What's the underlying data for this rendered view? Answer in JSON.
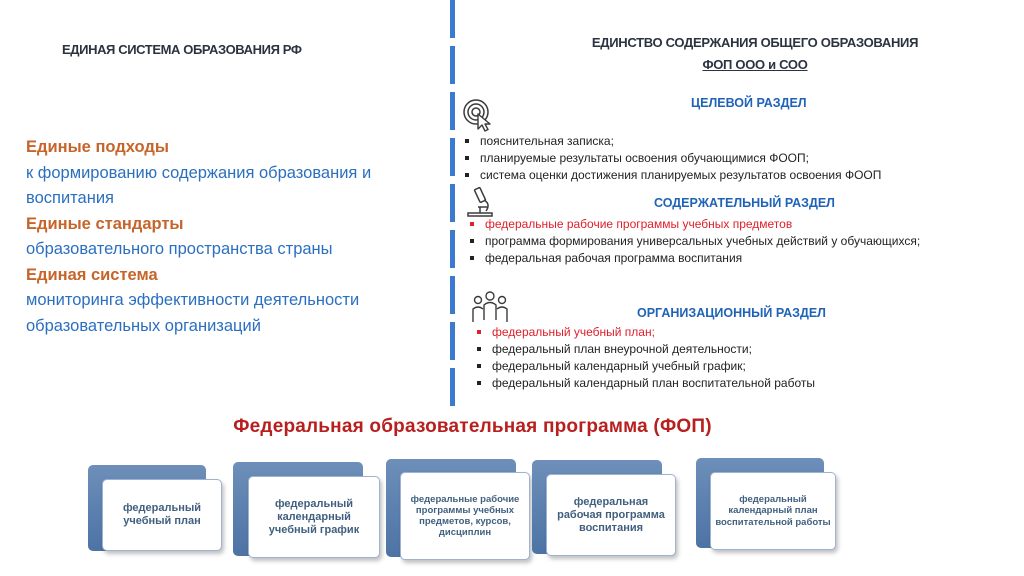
{
  "left": {
    "title": "ЕДИНАЯ СИСТЕМА ОБРАЗОВАНИЯ РФ",
    "blocks": [
      {
        "head": "Единые подходы",
        "text": "к формированию содержания образования и воспитания"
      },
      {
        "head": "Единые стандарты",
        "text": "образовательного пространства страны"
      },
      {
        "head": "Единая система",
        "text": "мониторинга эффективности деятельности образовательных организаций"
      }
    ]
  },
  "right": {
    "title_line1": "ЕДИНСТВО СОДЕРЖАНИЯ ОБЩЕГО ОБРАЗОВАНИЯ",
    "title_line2": "ФОП ООО и СОО",
    "sections": [
      {
        "heading": "ЦЕЛЕВОЙ РАЗДЕЛ",
        "icon": "target-click-icon",
        "items": [
          "пояснительная записка;",
          "планируемые результаты освоения обучающимися ФООП;",
          "система оценки достижения планируемых результатов освоения ФООП"
        ]
      },
      {
        "heading": "СОДЕРЖАТЕЛЬНЫЙ РАЗДЕЛ",
        "icon": "microscope-icon",
        "items": [
          "федеральные рабочие программы учебных предметов",
          "программа формирования универсальных учебных действий у обучающихся;",
          "федеральная рабочая программа воспитания"
        ]
      },
      {
        "heading": "ОРГАНИЗАЦИОННЫЙ РАЗДЕЛ",
        "icon": "people-group-icon",
        "items": [
          "федеральный учебный план;",
          "федеральный план внеурочной деятельности;",
          "федеральный календарный учебный график;",
          "федеральный календарный план воспитательной работы"
        ]
      }
    ]
  },
  "fop": {
    "title": "Федеральная образовательная программа (ФОП)",
    "cards": [
      "федеральный учебный план",
      "федеральный календарный учебный график",
      "федеральные рабочие программы учебных предметов, курсов, дисциплин",
      "федеральная рабочая программа воспитания",
      "федеральный календарный план воспитательной работы"
    ]
  },
  "colors": {
    "accent_blue": "#1f63b8",
    "text_blue": "#2a6fc0",
    "orange": "#c6642a",
    "red": "#e0202a",
    "fop_red": "#b8201f"
  }
}
